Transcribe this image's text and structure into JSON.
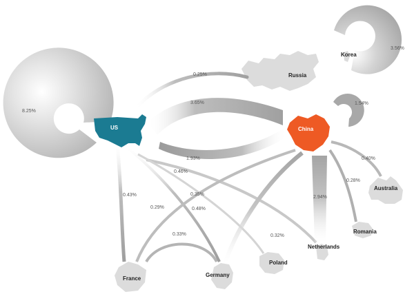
{
  "colors": {
    "us": "#1b7b92",
    "china": "#ee5a24",
    "country_gray": "#dcdcdc",
    "flow_gray": "#a8a8a8",
    "flow_light": "#cfcfcf"
  },
  "countries": {
    "us": "US",
    "china": "China",
    "korea": "Korea",
    "russia": "Russia",
    "australia": "Australia",
    "romania": "Romania",
    "netherlands": "Netherlands",
    "poland": "Poland",
    "germany": "Germany",
    "france": "France"
  },
  "flows": {
    "us_self": "8.25%",
    "korea_self": "3.56%",
    "china_self": "1.54%",
    "us_russia": "0.25%",
    "us_china": "3.65%",
    "china_us": "1.93%",
    "us_netherlands": "0.46%",
    "us_france": "0.43%",
    "china_france": "0.35%",
    "us_germany": "0.48%",
    "china_germany": "0.29%",
    "france_germany": "0.33%",
    "us_poland": "0.32%",
    "china_netherlands": "2.94%",
    "china_romania": "0.28%",
    "china_australia": "0.40%"
  }
}
